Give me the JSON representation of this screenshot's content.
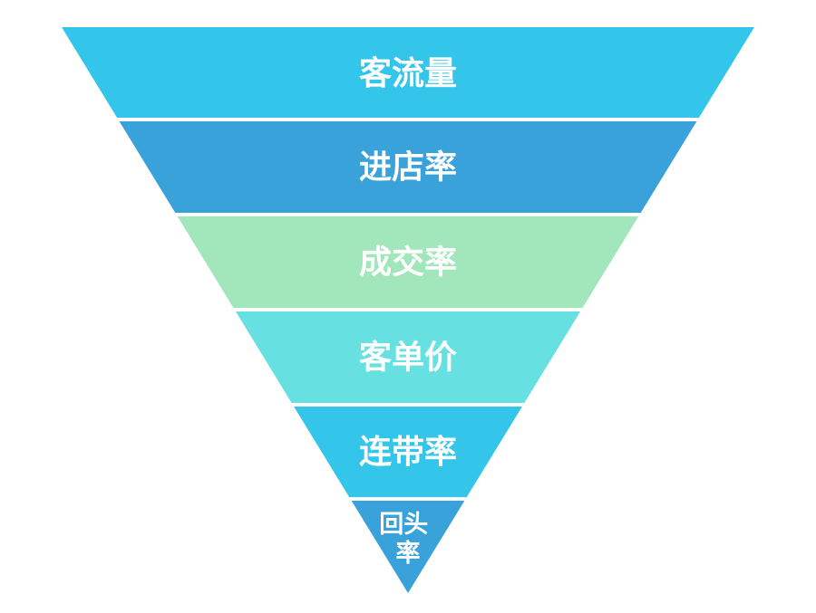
{
  "funnel": {
    "stages": [
      {
        "lines": [
          "客流量"
        ],
        "color": "#33c6ea"
      },
      {
        "lines": [
          "进店率"
        ],
        "color": "#3aa2da"
      },
      {
        "lines": [
          "成交率"
        ],
        "color": "#a2e6bb"
      },
      {
        "lines": [
          "客单价"
        ],
        "color": "#66e0e0"
      },
      {
        "lines": [
          "连带率"
        ],
        "color": "#33c6ea"
      },
      {
        "lines": [
          "回头",
          "率"
        ],
        "color": "#3aa2da"
      }
    ]
  }
}
